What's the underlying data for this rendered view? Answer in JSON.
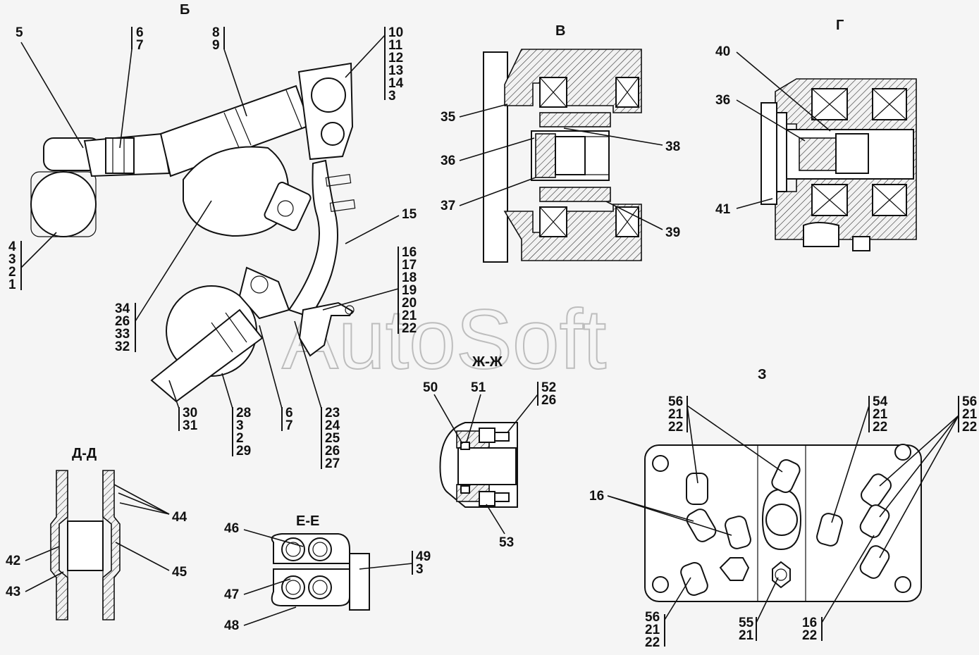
{
  "watermark": "AutoSoft",
  "views": {
    "b": "Б",
    "v": "В",
    "g": "Г",
    "zh": "Ж-Ж",
    "z": "З",
    "d": "Д-Д",
    "e": "Е-Е"
  },
  "labels": {
    "b_5": "5",
    "b_6_7": [
      "6",
      "7"
    ],
    "b_8_9": [
      "8",
      "9"
    ],
    "b_10_3": [
      "10",
      "11",
      "12",
      "13",
      "14",
      "3"
    ],
    "b_4_1": [
      "4",
      "3",
      "2",
      "1"
    ],
    "b_15": "15",
    "b_16_22": [
      "16",
      "17",
      "18",
      "19",
      "20",
      "21",
      "22"
    ],
    "b_34_32": [
      "34",
      "26",
      "33",
      "32"
    ],
    "b_30_31": [
      "30",
      "31"
    ],
    "b_28_29": [
      "28",
      "3",
      "2",
      "29"
    ],
    "b_6_7b": [
      "6",
      "7"
    ],
    "b_23_27": [
      "23",
      "24",
      "25",
      "26",
      "27"
    ],
    "v_35": "35",
    "v_36": "36",
    "v_37": "37",
    "v_38": "38",
    "v_39": "39",
    "g_40": "40",
    "g_36": "36",
    "g_41": "41",
    "zh_50": "50",
    "zh_51": "51",
    "zh_52_26": [
      "52",
      "26"
    ],
    "zh_53": "53",
    "z_56a": [
      "56",
      "21",
      "22"
    ],
    "z_54": [
      "54",
      "21",
      "22"
    ],
    "z_56b": [
      "56",
      "21",
      "22"
    ],
    "z_16": "16",
    "z_56c": [
      "56",
      "21",
      "22"
    ],
    "z_55_21": [
      "55",
      "21"
    ],
    "z_16_22": [
      "16",
      "22"
    ],
    "d_44": "44",
    "d_42": "42",
    "d_45": "45",
    "d_43": "43",
    "e_46": "46",
    "e_47": "47",
    "e_48": "48",
    "e_49_3": [
      "49",
      "3"
    ]
  }
}
